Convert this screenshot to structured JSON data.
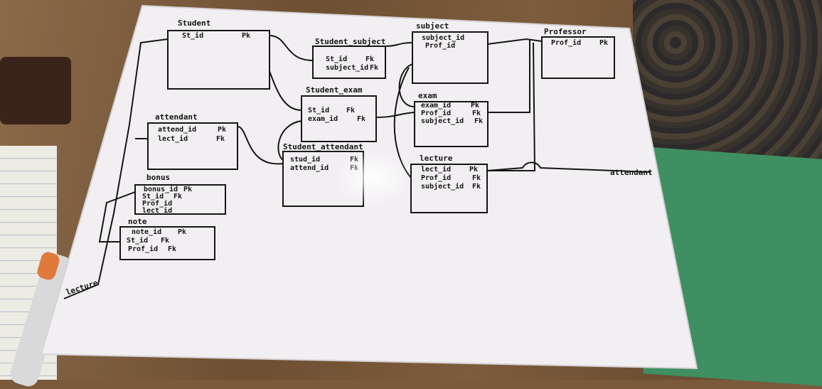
{
  "diagram": {
    "tables": [
      {
        "id": "student",
        "title": "Student",
        "fields": [
          {
            "name": "St_id",
            "key": "Pk"
          }
        ]
      },
      {
        "id": "student_subject",
        "title": "Student_subject",
        "fields": [
          {
            "name": "St_id",
            "key": "Fk"
          },
          {
            "name": "subject_id",
            "key": "Fk"
          }
        ]
      },
      {
        "id": "subject",
        "title": "subject",
        "fields": [
          {
            "name": "subject_id",
            "key": ""
          },
          {
            "name": "Prof_id",
            "key": ""
          }
        ]
      },
      {
        "id": "professor",
        "title": "Professor",
        "fields": [
          {
            "name": "Prof_id",
            "key": "Pk"
          }
        ]
      },
      {
        "id": "student_exam",
        "title": "Student_exam",
        "fields": [
          {
            "name": "St_id",
            "key": "Fk"
          },
          {
            "name": "exam_id",
            "key": "Fk"
          }
        ]
      },
      {
        "id": "exam",
        "title": "exam",
        "fields": [
          {
            "name": "exam_id",
            "key": "Pk"
          },
          {
            "name": "Prof_id",
            "key": "Fk"
          },
          {
            "name": "subject_id",
            "key": "Fk"
          }
        ]
      },
      {
        "id": "attendant",
        "title": "attendant",
        "fields": [
          {
            "name": "attend_id",
            "key": "Pk"
          },
          {
            "name": "lect_id",
            "key": "Fk"
          }
        ]
      },
      {
        "id": "student_attendant",
        "title": "Student_attendant",
        "fields": [
          {
            "name": "stud_id",
            "key": "Fk"
          },
          {
            "name": "attend_id",
            "key": "Fk"
          }
        ]
      },
      {
        "id": "lecture",
        "title": "lecture",
        "fields": [
          {
            "name": "lect_id",
            "key": "Pk"
          },
          {
            "name": "Prof_id",
            "key": "Fk"
          },
          {
            "name": "subject_id",
            "key": "Fk"
          }
        ]
      },
      {
        "id": "bonus",
        "title": "bonus",
        "fields": [
          {
            "name": "bonus_id",
            "key": "Pk"
          },
          {
            "name": "St_id",
            "key": "Fk"
          },
          {
            "name": "Prof_id",
            "key": ""
          },
          {
            "name": "lect_id",
            "key": ""
          }
        ]
      },
      {
        "id": "note",
        "title": "note",
        "fields": [
          {
            "name": "note_id",
            "key": "Pk"
          },
          {
            "name": "St_id",
            "key": "Fk"
          },
          {
            "name": "Prof_id",
            "key": "Fk"
          }
        ]
      }
    ],
    "line_labels": {
      "lecture_left": "lecture",
      "attendant_right": "attendant"
    },
    "colors": {
      "ink": "#151515",
      "paper": "#f1eef2"
    }
  }
}
